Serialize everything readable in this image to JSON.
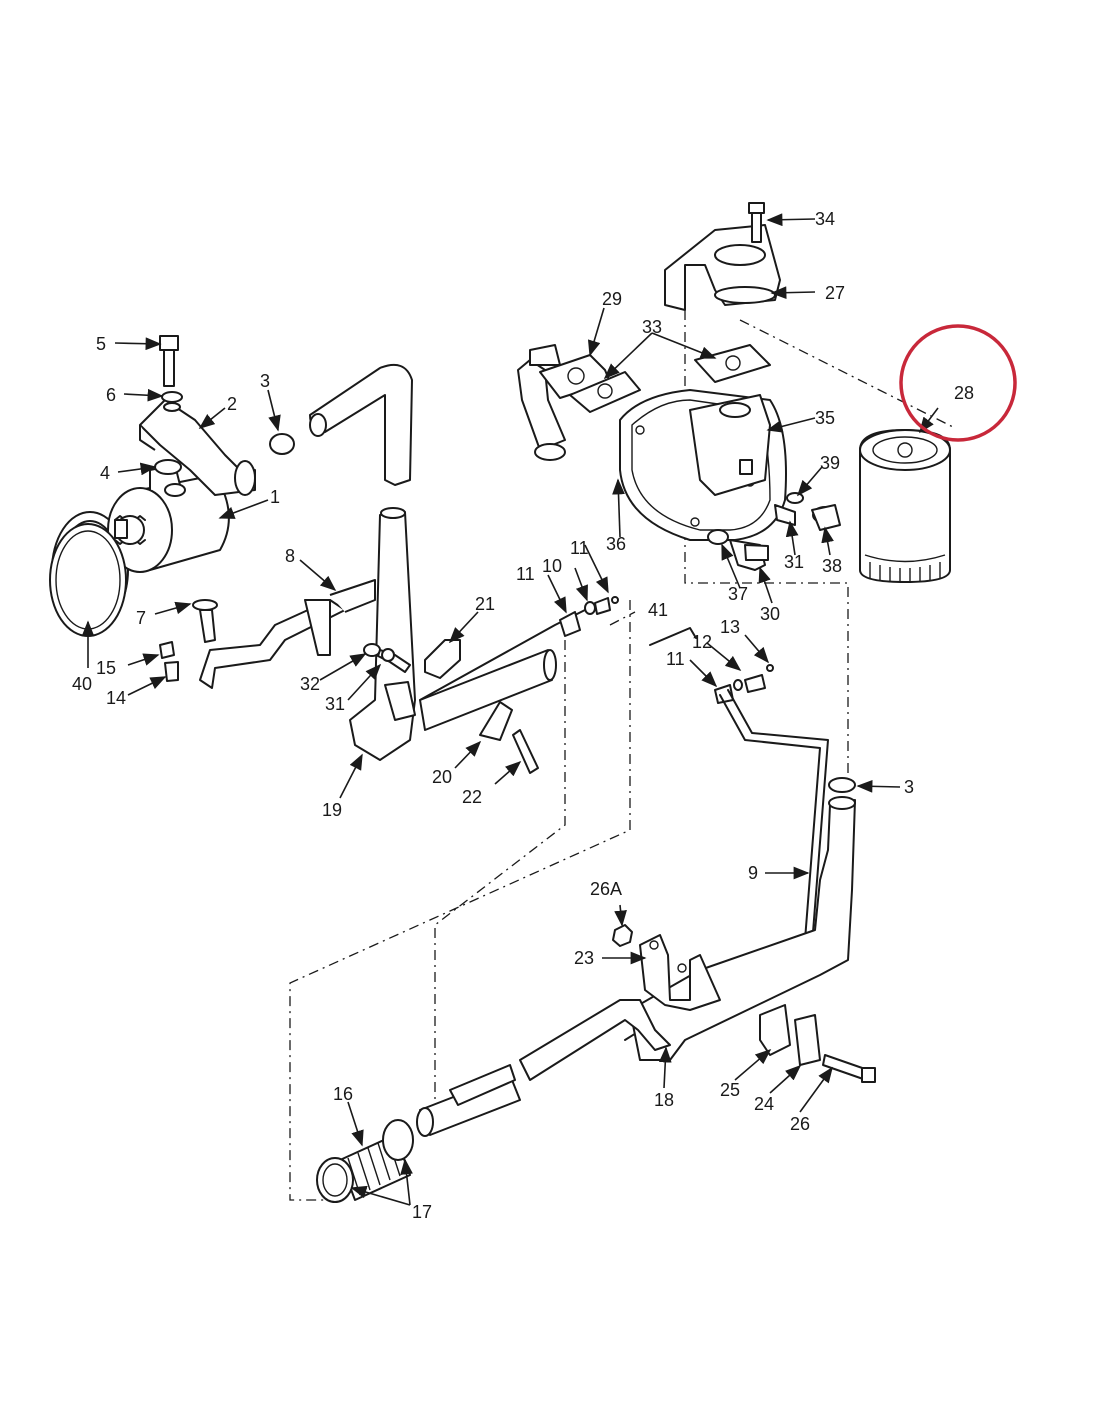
{
  "highlight": {
    "color": "#c8283a",
    "part": "28"
  },
  "labels": {
    "l1": "1",
    "l2": "2",
    "l3a": "3",
    "l3b": "3",
    "l4": "4",
    "l5": "5",
    "l6": "6",
    "l7": "7",
    "l8": "8",
    "l9": "9",
    "l10": "10",
    "l11a": "11",
    "l11b": "11",
    "l11c": "11",
    "l12": "12",
    "l13": "13",
    "l14": "14",
    "l15": "15",
    "l16": "16",
    "l17": "17",
    "l18": "18",
    "l19": "19",
    "l20": "20",
    "l21": "21",
    "l22": "22",
    "l23": "23",
    "l24": "24",
    "l25": "25",
    "l26": "26",
    "l26a": "26A",
    "l27": "27",
    "l28": "28",
    "l29": "29",
    "l30": "30",
    "l31a": "31",
    "l31b": "31",
    "l32": "32",
    "l33": "33",
    "l34": "34",
    "l35": "35",
    "l36": "36",
    "l37": "37",
    "l38": "38",
    "l39": "39",
    "l40": "40",
    "l41": "41"
  }
}
